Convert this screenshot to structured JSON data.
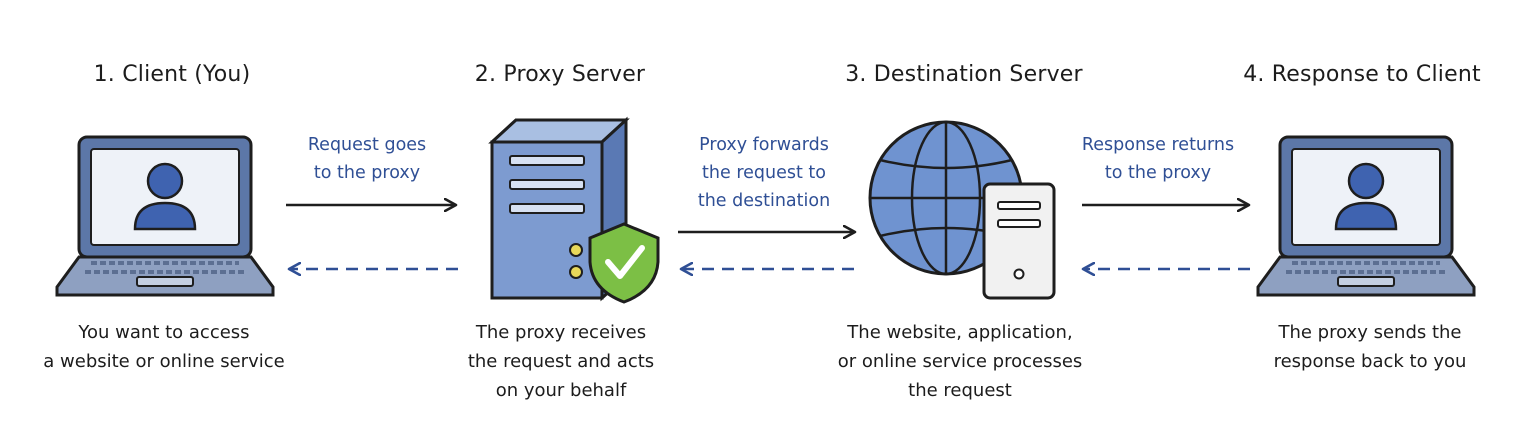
{
  "steps": [
    {
      "title": "1. Client (You)",
      "desc": [
        "You want to access",
        "a website or online service"
      ]
    },
    {
      "title": "2. Proxy Server",
      "desc": [
        "The proxy receives",
        "the request and acts",
        "on your behalf"
      ]
    },
    {
      "title": "3. Destination Server",
      "desc": [
        "The website, application,",
        "or online service processes",
        "the request"
      ]
    },
    {
      "title": "4. Response to Client",
      "desc": [
        "The proxy sends the",
        "response back to you"
      ]
    }
  ],
  "arrows": [
    {
      "label": [
        "Request goes",
        "to the proxy"
      ]
    },
    {
      "label": [
        "Proxy forwards",
        "the request to",
        "the destination"
      ]
    },
    {
      "label": [
        "Response returns",
        "to the proxy"
      ]
    }
  ],
  "icons": [
    "laptop-user-icon",
    "server-shield-icon",
    "globe-server-icon",
    "laptop-user-icon"
  ],
  "colors": {
    "accent_blue": "#3f63b0",
    "label_blue": "#2f4f95",
    "server_blue": "#6f8fc6",
    "shield_green": "#7cbf45",
    "yellow_dot": "#e8d85a",
    "dark": "#1e1e1e"
  }
}
